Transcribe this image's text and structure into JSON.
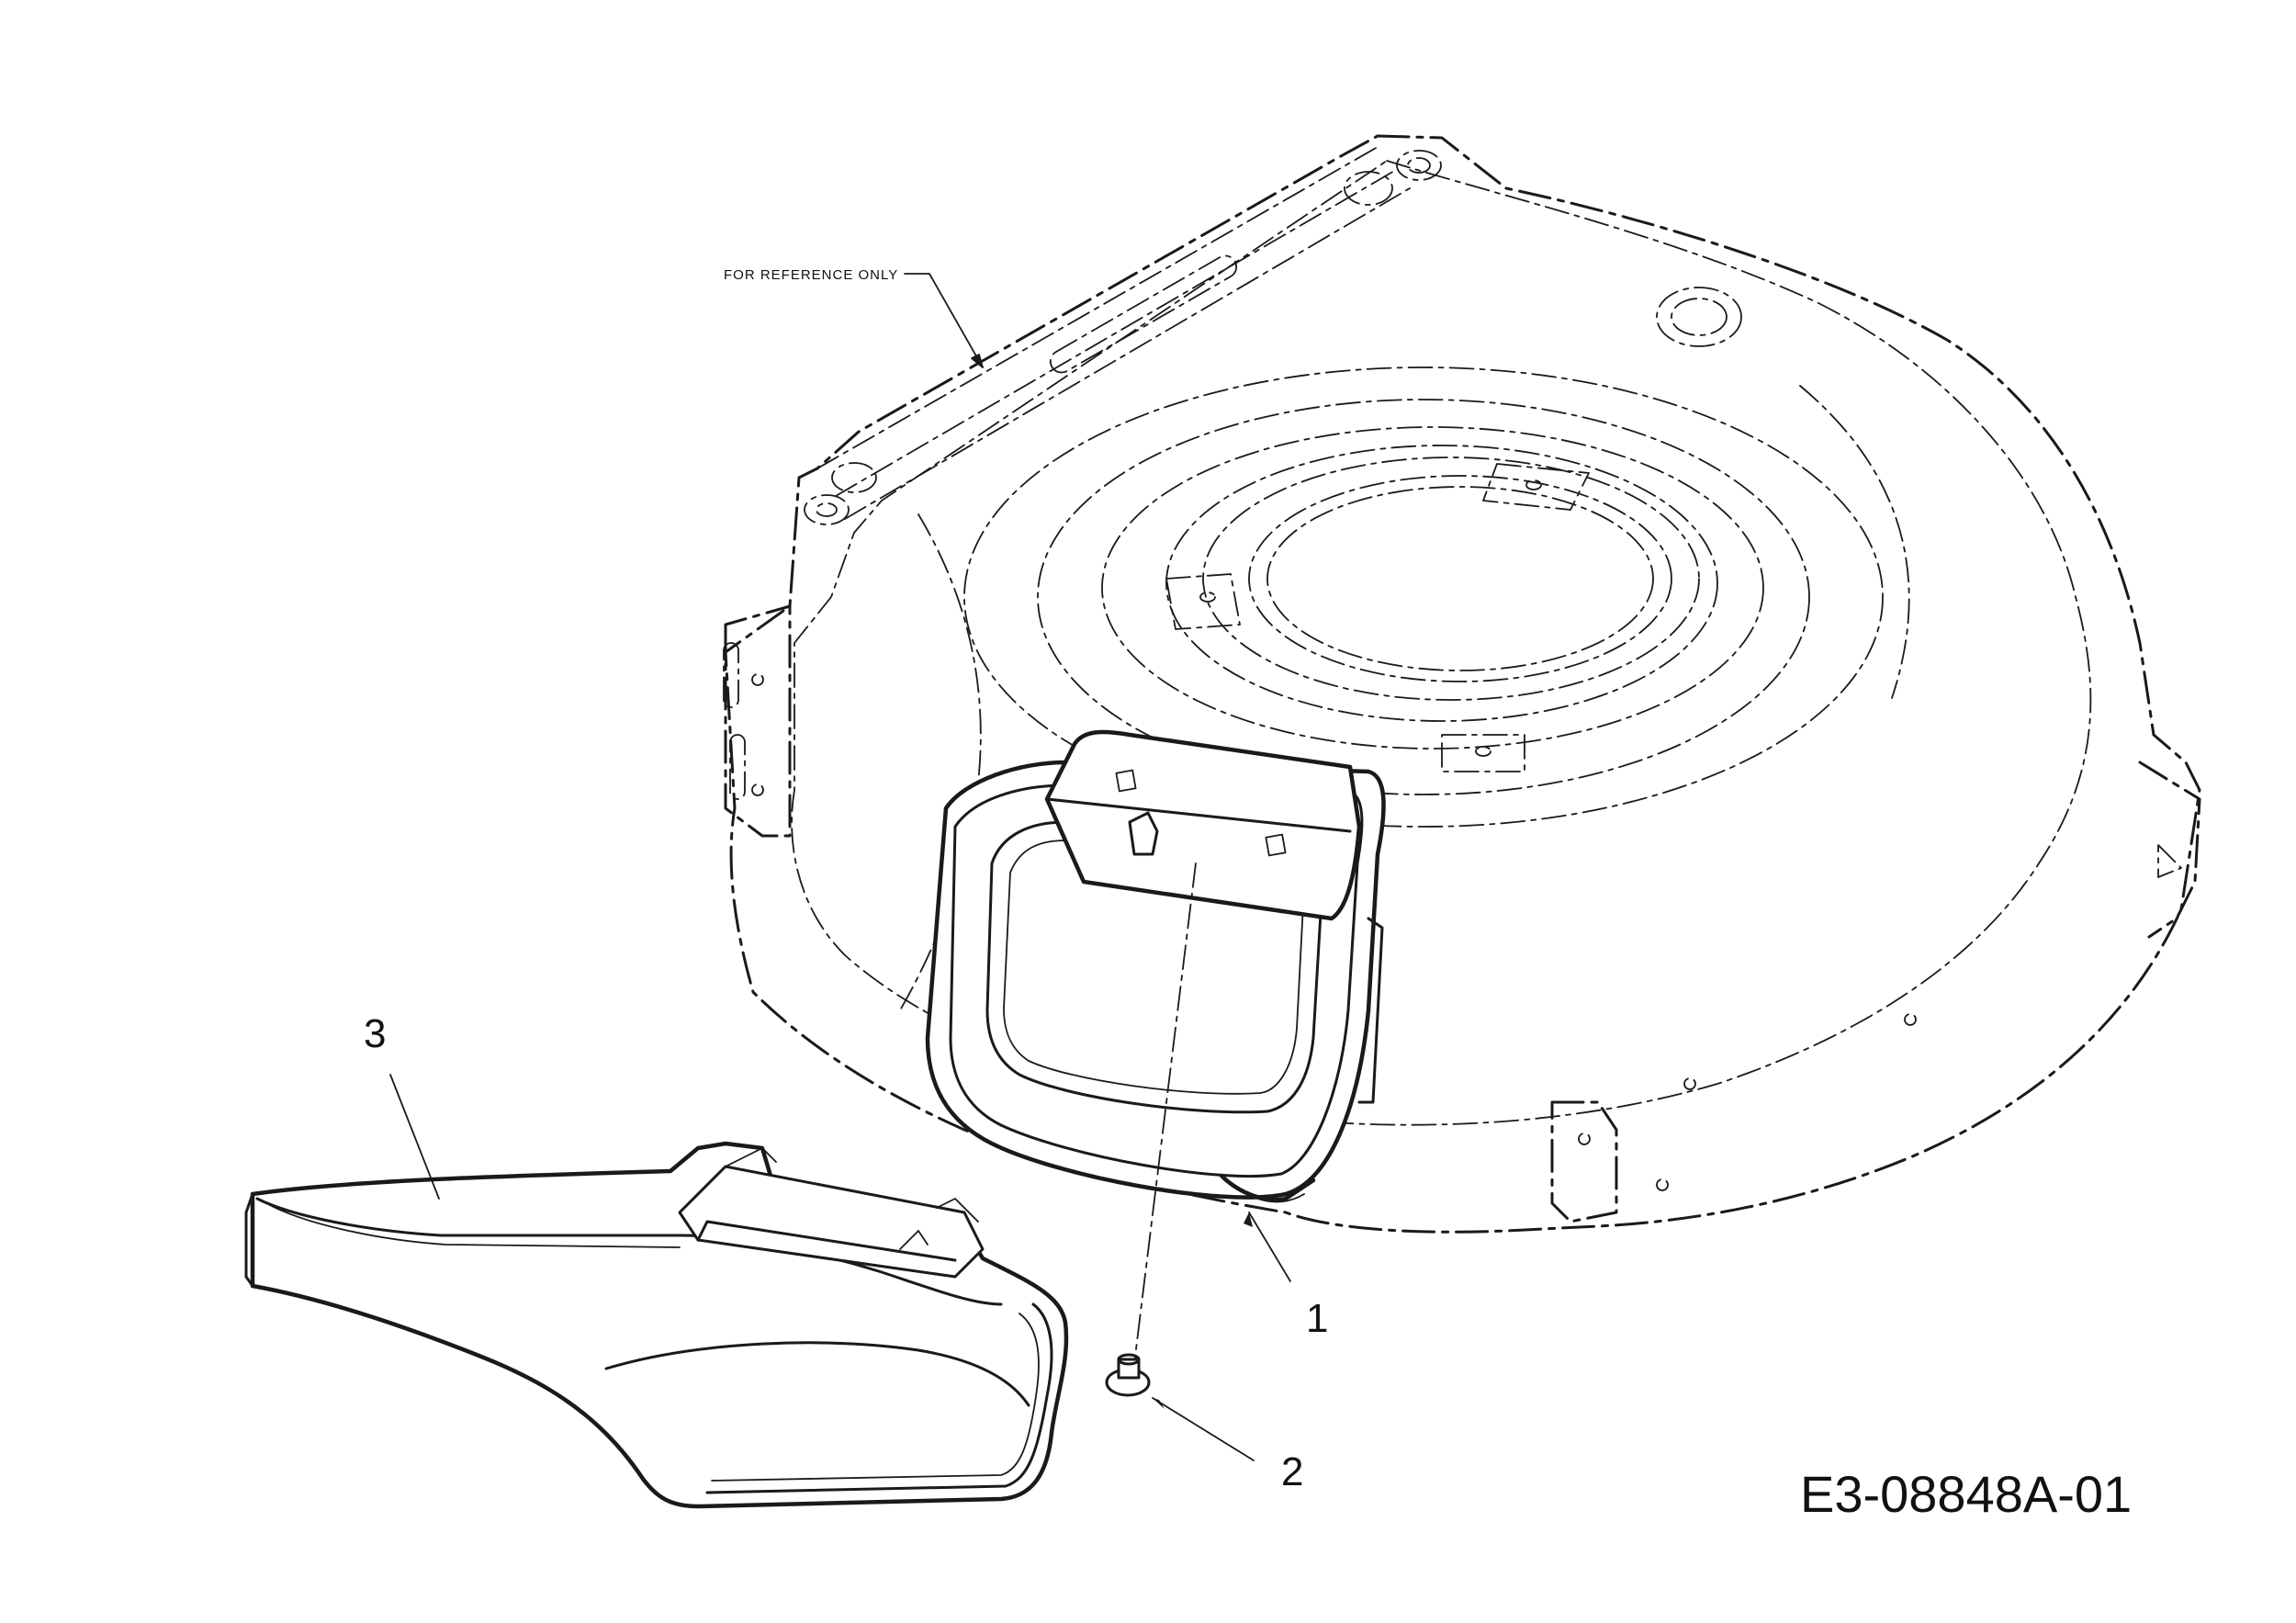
{
  "diagram": {
    "reference_note": "FOR REFERENCE ONLY",
    "drawing_number": "E3-08848A-01",
    "callouts": [
      {
        "label": "1",
        "part": "rear discharge flap / deflector on deck"
      },
      {
        "label": "2",
        "part": "screw"
      },
      {
        "label": "3",
        "part": "side discharge chute"
      }
    ]
  }
}
